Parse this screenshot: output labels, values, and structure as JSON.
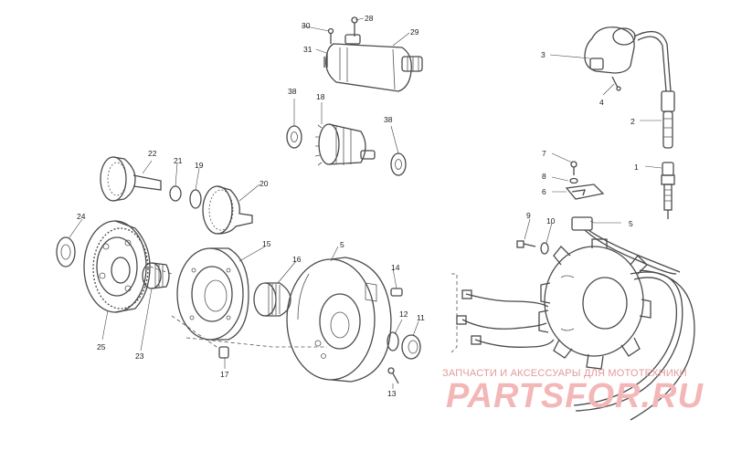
{
  "diagram": {
    "callouts": [
      "1",
      "2",
      "3",
      "4",
      "5",
      "5",
      "6",
      "7",
      "8",
      "9",
      "10",
      "11",
      "12",
      "13",
      "14",
      "15",
      "16",
      "17",
      "18",
      "19",
      "20",
      "21",
      "22",
      "23",
      "24",
      "25",
      "28",
      "29",
      "30",
      "31",
      "38",
      "38"
    ]
  },
  "watermark": {
    "caption": "ЗАПЧАСТИ И АКСЕССУАРЫ ДЛЯ МОТОТЕХНИКИ",
    "logo": "PARTSFOR.RU",
    "color": "#e8a0a0"
  }
}
